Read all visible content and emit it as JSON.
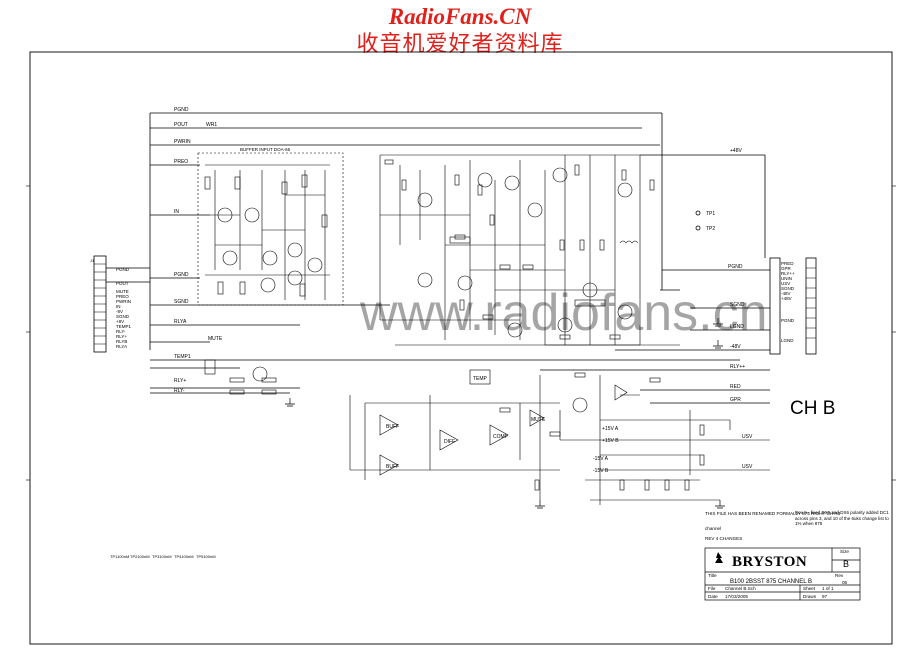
{
  "header": {
    "site_name": "RadioFans.CN",
    "site_subtitle": "收音机爱好者资料库"
  },
  "watermark": "www.radiofans.cn",
  "left_connector": {
    "id": "J1",
    "pins": [
      "PGND",
      "POUT",
      "PWRIN",
      "PREO",
      "IN",
      "SGND",
      "TEMP1",
      "RLY-",
      "RLY+",
      "RLYB",
      "RLYA",
      "MUTE",
      "-8V",
      "+8V"
    ]
  },
  "right_connector": {
    "pins": [
      "PGND",
      "LGND",
      "SGND",
      "PRED",
      "UNIN",
      "RLY++",
      "GPR",
      "USV",
      "-48V",
      "+48V"
    ]
  },
  "nets": {
    "pgnd": "PGND",
    "pout": "POUT",
    "pwrin": "PWRIN",
    "preo": "PREO",
    "in": "IN",
    "sgnd": "SGND",
    "rlya": "RLYA",
    "mute": "MUTE",
    "temp1": "TEMP1",
    "rly_plus": "RLY+",
    "rly_minus": "RLY-",
    "plus48": "+48V",
    "minus48": "-48V",
    "rly_pp": "RLY++",
    "red": "RED",
    "gpr": "GPR",
    "usv": "USV",
    "lgnd": "LGND",
    "sgnd2": "SGND",
    "pgnd2": "PGND",
    "pgnd3": "PGND"
  },
  "labels": {
    "buffer_input": "BUFFER INPUT DOA-65",
    "tp1": "TP1",
    "tp2": "TP2",
    "buff1": "BUFF",
    "buff2": "BUFF",
    "diff": "DIFF",
    "comp": "COMP",
    "mute_blk": "MUTE",
    "temp_blk": "TEMP",
    "wr1": "WR1",
    "plus15a": "+15V A",
    "minus15a": "-15V A",
    "plus15b": "+15V B",
    "minus15b": "-15V B"
  },
  "channel_label": "CH B",
  "notes": {
    "renamed": "THIS FILE HAS BEEN RENAMED FORMALLY 875 RIGHT CH R3",
    "rev": "Rev 5 - fixed DX5 and DX6 polarity added DC1 across pins 3, and 10 of the 6uks change list to 1% when 875",
    "channel": "channel",
    "rev4": "REV 4 CHANGES"
  },
  "title_block": {
    "size_label": "Size",
    "size_value": "B",
    "rev_label": "Rev",
    "rev_value": "05",
    "title_label": "Title",
    "title": "B100 2BSST 875 CHANNEL B",
    "file_label": "File",
    "file_value": "Channel B.Sch",
    "sheet_label": "Sheet",
    "sheet_value": "1 of 1",
    "date_label": "Date",
    "date_value": "17/03/2005",
    "drawn_label": "Drawn",
    "drawn_value": "97",
    "logo": "BRYSTON"
  },
  "footer_parts": [
    "TP1100nM",
    "TP2100nM",
    "TP3100nM",
    "TP4100nM",
    "TP5100nM"
  ]
}
